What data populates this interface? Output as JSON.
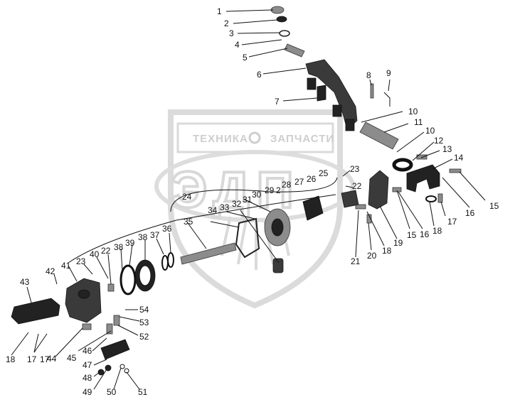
{
  "watermark": {
    "text_left": "ТЕХНИКА",
    "text_right": "ЗАПЧАСТИ",
    "logo_letters": "ЭДП"
  },
  "callouts": [
    {
      "id": "c-1",
      "text": "1"
    },
    {
      "id": "c-2",
      "text": "2"
    },
    {
      "id": "c-3",
      "text": "3"
    },
    {
      "id": "c-4",
      "text": "4"
    },
    {
      "id": "c-5",
      "text": "5"
    },
    {
      "id": "c-6",
      "text": "6"
    },
    {
      "id": "c-7",
      "text": "7"
    },
    {
      "id": "c-8",
      "text": "8"
    },
    {
      "id": "c-9",
      "text": "9"
    },
    {
      "id": "c-10a",
      "text": "10"
    },
    {
      "id": "c-11",
      "text": "11"
    },
    {
      "id": "c-10b",
      "text": "10"
    },
    {
      "id": "c-12",
      "text": "12"
    },
    {
      "id": "c-13",
      "text": "13"
    },
    {
      "id": "c-14",
      "text": "14"
    },
    {
      "id": "c-15a",
      "text": "15"
    },
    {
      "id": "c-16a",
      "text": "16"
    },
    {
      "id": "c-17a",
      "text": "17"
    },
    {
      "id": "c-16b",
      "text": "16"
    },
    {
      "id": "c-18a",
      "text": "18"
    },
    {
      "id": "c-15b",
      "text": "15"
    },
    {
      "id": "c-19",
      "text": "19"
    },
    {
      "id": "c-18b",
      "text": "18"
    },
    {
      "id": "c-20",
      "text": "20"
    },
    {
      "id": "c-21",
      "text": "21"
    },
    {
      "id": "c-22a",
      "text": "22"
    },
    {
      "id": "c-23a",
      "text": "23"
    },
    {
      "id": "c-25",
      "text": "25"
    },
    {
      "id": "c-26",
      "text": "26"
    },
    {
      "id": "c-27",
      "text": "27"
    },
    {
      "id": "c-28",
      "text": "28"
    },
    {
      "id": "c-2b",
      "text": "2"
    },
    {
      "id": "c-29",
      "text": "29"
    },
    {
      "id": "c-30",
      "text": "30"
    },
    {
      "id": "c-31",
      "text": "31"
    },
    {
      "id": "c-32",
      "text": "32"
    },
    {
      "id": "c-33",
      "text": "33"
    },
    {
      "id": "c-34",
      "text": "34"
    },
    {
      "id": "c-24",
      "text": "24"
    },
    {
      "id": "c-35",
      "text": "35"
    },
    {
      "id": "c-36",
      "text": "36"
    },
    {
      "id": "c-37",
      "text": "37"
    },
    {
      "id": "c-38",
      "text": "38"
    },
    {
      "id": "c-39",
      "text": "39"
    },
    {
      "id": "c-38b",
      "text": "38"
    },
    {
      "id": "c-22b",
      "text": "22"
    },
    {
      "id": "c-40",
      "text": "40"
    },
    {
      "id": "c-23b",
      "text": "23"
    },
    {
      "id": "c-41",
      "text": "41"
    },
    {
      "id": "c-42",
      "text": "42"
    },
    {
      "id": "c-43",
      "text": "43"
    },
    {
      "id": "c-18c",
      "text": "18"
    },
    {
      "id": "c-17b",
      "text": "17"
    },
    {
      "id": "c-17c",
      "text": "17"
    },
    {
      "id": "c-44",
      "text": "44"
    },
    {
      "id": "c-45",
      "text": "45"
    },
    {
      "id": "c-46",
      "text": "46"
    },
    {
      "id": "c-47",
      "text": "47"
    },
    {
      "id": "c-48",
      "text": "48"
    },
    {
      "id": "c-49",
      "text": "49"
    },
    {
      "id": "c-50",
      "text": "50"
    },
    {
      "id": "c-51",
      "text": "51"
    },
    {
      "id": "c-52",
      "text": "52"
    },
    {
      "id": "c-53",
      "text": "53"
    },
    {
      "id": "c-54",
      "text": "54"
    }
  ]
}
